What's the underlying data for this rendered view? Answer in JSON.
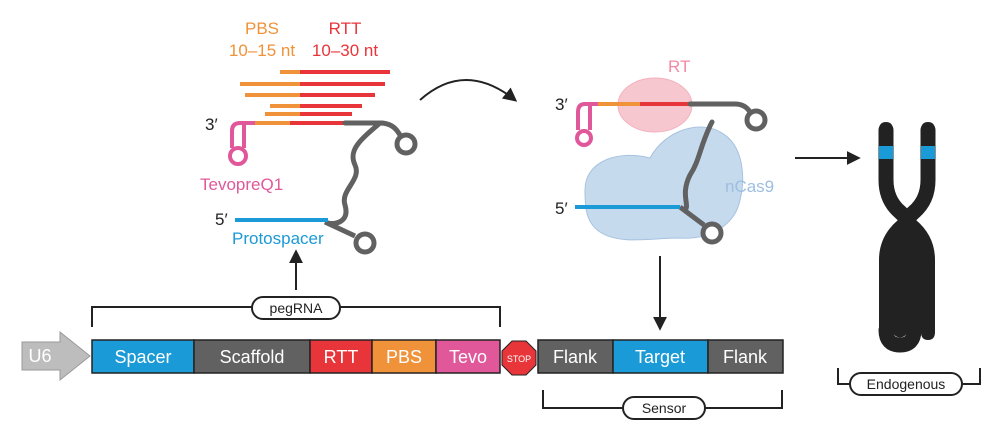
{
  "labels": {
    "pbs": "PBS",
    "pbs_len": "10–15 nt",
    "rtt": "RTT",
    "rtt_len": "10–30 nt",
    "three_prime_left": "3′",
    "five_prime_left": "5′",
    "tevopreq1": "TevopreQ1",
    "protospacer": "Protospacer",
    "rt": "RT",
    "three_prime_right": "3′",
    "five_prime_right": "5′",
    "ncas9": "nCas9",
    "pegrna": "pegRNA",
    "sensor": "Sensor",
    "endogenous": "Endogenous",
    "stop": "STOP"
  },
  "construct": {
    "promoter": "U6",
    "segments": [
      "Spacer",
      "Scaffold",
      "RTT",
      "PBS",
      "Tevo"
    ],
    "sensor_segments": [
      "Flank",
      "Target",
      "Flank"
    ]
  },
  "colors": {
    "spacer": "#1a9ad6",
    "scaffold": "#616161",
    "rtt": "#e8353a",
    "pbs": "#f0923a",
    "tevo": "#e0589a",
    "stop": "#e8353a",
    "promoter": "#bdbdbd",
    "rt": "#f6c1cb",
    "ncas9": "#b3cde8",
    "chromosome": "#222222",
    "target": "#1a9ad6"
  }
}
